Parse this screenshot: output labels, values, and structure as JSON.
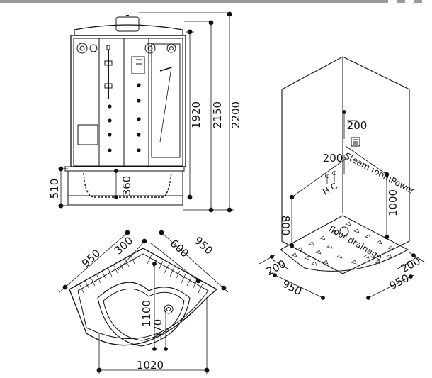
{
  "front_view": {
    "dims": {
      "cabin_height": "1920",
      "upper_height": "2150",
      "total_height": "2200",
      "tray_height": "510",
      "tray_depth": "360"
    }
  },
  "top_view": {
    "dims": {
      "left_side": "950",
      "left_inner": "300",
      "right_side": "950",
      "right_inner": "600",
      "depth": "1100",
      "drain_offset": "570",
      "width": "1020"
    }
  },
  "install_view": {
    "dims": {
      "steam_height": "200",
      "power_height": "200",
      "wall_height": "1000",
      "water_height": "800",
      "left_offset": "200",
      "right_offset": "200",
      "left_side": "950",
      "right_side": "950"
    },
    "labels": {
      "hot_cold": "H C",
      "steam_room_power": "Steam roomPower",
      "floor_drainage": "floor drainage"
    }
  }
}
